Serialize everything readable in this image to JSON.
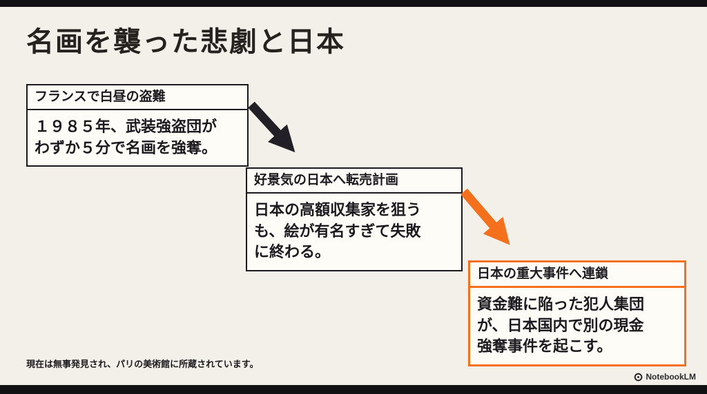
{
  "slide": {
    "title": "名画を襲った悲劇と日本",
    "footnote": "現在は無事発見され、パリの美術館に所蔵されています。",
    "branding": "NotebookLM"
  },
  "flow": {
    "steps": [
      {
        "header": "フランスで白昼の盗難",
        "body": "１９８５年、武装強盗団が\nわずか５分で名画を強奪。"
      },
      {
        "header": "好景気の日本へ転売計画",
        "body": "日本の高額収集家を狙う\nも、絵が有名すぎて失敗\nに終わる。"
      },
      {
        "header": "日本の重大事件へ連鎖",
        "body": "資金難に陥った犯人集団\nが、日本国内で別の現金\n強奪事件を起こす。"
      }
    ]
  },
  "colors": {
    "background": "#f2f0e9",
    "ink": "#1d1a1f",
    "accent_orange": "#f4701d",
    "edge_bar": "#111013"
  }
}
